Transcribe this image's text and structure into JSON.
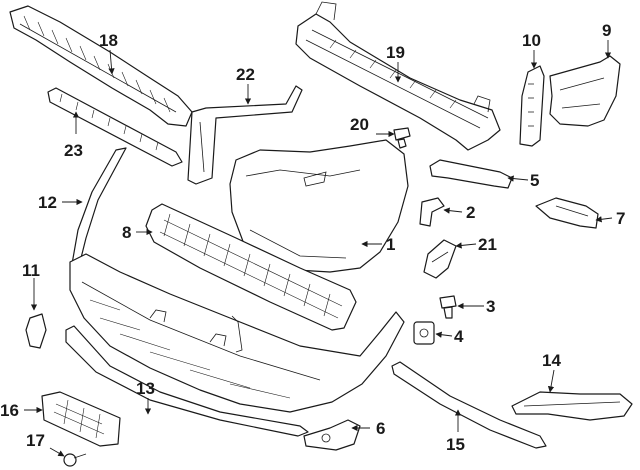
{
  "colors": {
    "line": "#1a1a1a",
    "background": "#ffffff"
  },
  "callouts": {
    "c1": "1",
    "c2": "2",
    "c3": "3",
    "c4": "4",
    "c5": "5",
    "c6": "6",
    "c7": "7",
    "c8": "8",
    "c9": "9",
    "c10": "10",
    "c11": "11",
    "c12": "12",
    "c13": "13",
    "c14": "14",
    "c15": "15",
    "c16": "16",
    "c17": "17",
    "c18": "18",
    "c19": "19",
    "c20": "20",
    "c21": "21",
    "c22": "22",
    "c23": "23"
  }
}
